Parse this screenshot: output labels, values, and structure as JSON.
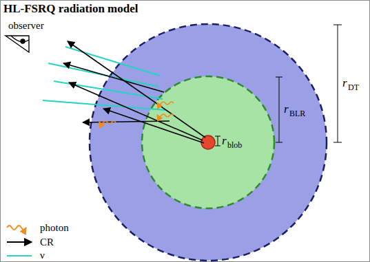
{
  "diagram": {
    "title": "HL-FSRQ radiation model",
    "labels": [
      "observer",
      "r",
      "blob",
      "r",
      "BLR",
      "r",
      "DT"
    ],
    "legend": [
      {
        "text": "photon"
      },
      {
        "text": "CR"
      },
      {
        "text": "ν"
      }
    ]
  }
}
